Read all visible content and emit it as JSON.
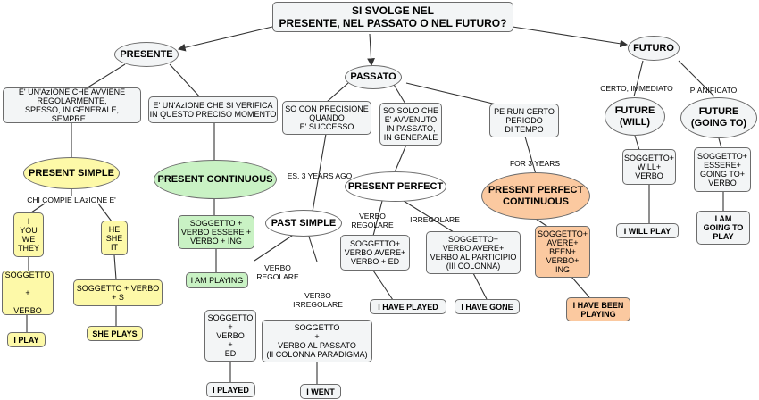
{
  "title": "SI SVOLGE NEL\nPRESENTE, NEL PASSATO O NEL FUTURO?",
  "nodes": {
    "presente": "PRESENTE",
    "passato": "PASSATO",
    "futuro": "FUTURO",
    "pres_def1": "E' UN'AzIONE CHE AVVIENE\nREGOLARMENTE,\nSPESSO, IN GENERALE, SEMPRE...",
    "pres_def2": "E' UN'AzIONE CHE SI VERIFICA\nIN QUESTO PRECISO MOMENTO",
    "present_simple": "PRESENT SIMPLE",
    "present_continuous": "PRESENT CONTINUOUS",
    "subj_i": "I\nYOU\nWE\nTHEY",
    "subj_he": "HE\nSHE\nIT",
    "rule_i": "SOGGETTO\n\n+\n\nVERBO",
    "rule_he": "SOGGETTO + VERBO\n+ S",
    "ex_i_play": "I PLAY",
    "ex_she_plays": "SHE PLAYS",
    "rule_cont": "SOGGETTO +\nVERBO ESSERE +\nVERBO + ING",
    "ex_i_am_playing": "I AM PLAYING",
    "pass_def1": "SO CON PRECISIONE\nQUANDO\nE' SUCCESSO",
    "pass_def2": "SO SOLO CHE\nE' AVVENUTO\nIN PASSATO,\nIN GENERALE",
    "pass_def3": "PE RUN CERTO\nPERIODO\nDI TEMPO",
    "past_simple": "PAST SIMPLE",
    "present_perfect": "PRESENT PERFECT",
    "present_perfect_cont": "PRESENT PERFECT\nCONTINUOUS",
    "rule_past_reg": "SOGGETTO\n+\nVERBO\n+\nED",
    "rule_past_irr": "SOGGETTO\n+\nVERBO AL PASSATO\n(II COLONNA PARADIGMA)",
    "ex_i_played": "I PLAYED",
    "ex_i_went": "I WENT",
    "rule_pp_reg": "SOGGETTO+\nVERBO AVERE+\nVERBO + ED",
    "rule_pp_irr": "SOGGETTO+\nVERBO AVERE+\nVERBO AL PARTICIPIO\n(III COLONNA)",
    "ex_i_have_played": "I HAVE PLAYED",
    "ex_i_have_gone": "I HAVE GONE",
    "rule_ppc": "SOGGETTO+\nAVERE+\nBEEN+\nVERBO+\nING",
    "ex_i_have_been_playing": "I HAVE BEEN\nPLAYING",
    "future_will": "FUTURE\n(WILL)",
    "future_going_to": "FUTURE\n(GOING TO)",
    "rule_will": "SOGGETTO+\nWILL+\nVERBO",
    "rule_going": "SOGGETTO+\nESSERE+\nGOING TO+\nVERBO",
    "ex_i_will_play": "I WILL PLAY",
    "ex_i_am_going": "I AM\nGOING TO\nPLAY"
  },
  "labels": {
    "chi_compie": "CHI COMPIE L'AzIONE E'",
    "es_3_years": "ES. 3 YEARS AGO",
    "verbo_regolare_ps": "VERBO\nREGOLARE",
    "verbo_irregolare_ps": "VERBO\nIRREGOLARE",
    "verbo_regolare_pp": "VERBO\nREGOLARE",
    "irregolare_pp": "IRREGOLARE",
    "for_3_years": "FOR 3 YEARS",
    "certo_immediato": "CERTO, IMMEDIATO",
    "pianificato": "PIANIFICATO"
  },
  "colors": {
    "yellow": "#fdf9a8",
    "green": "#c9f2c4",
    "orange": "#fbc9a0",
    "gray": "#f3f5f6",
    "line": "#333333"
  }
}
